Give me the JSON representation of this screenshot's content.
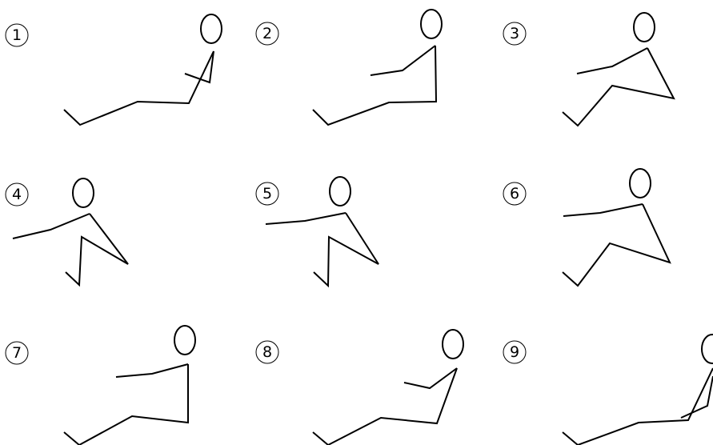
{
  "panels": [
    {
      "id": "1",
      "label": "1"
    },
    {
      "id": "2",
      "label": "2"
    },
    {
      "id": "3",
      "label": "3"
    },
    {
      "id": "4",
      "label": "4"
    },
    {
      "id": "5",
      "label": "5"
    },
    {
      "id": "6",
      "label": "6"
    },
    {
      "id": "7",
      "label": "7"
    },
    {
      "id": "8",
      "label": "8"
    },
    {
      "id": "9",
      "label": "9"
    }
  ],
  "colors": {
    "line": "#000000",
    "background": "#ffffff"
  }
}
